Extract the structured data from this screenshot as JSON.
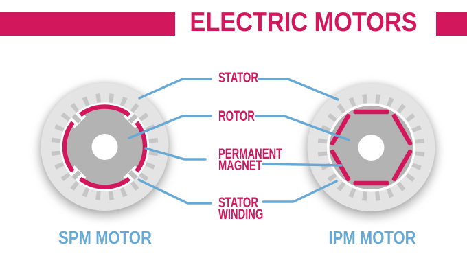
{
  "title": {
    "text": "ELECTRIC MOTORS"
  },
  "callouts": {
    "stator": "STATOR",
    "rotor": "ROTOR",
    "permanent_magnet": "PERMANENT MAGNET",
    "stator_winding": "STATOR WINDING"
  },
  "motors": [
    {
      "name": "SPM MOTOR"
    },
    {
      "name": "IPM MOTOR"
    }
  ],
  "colors": {
    "accent_crimson": "#d2175c",
    "callout_blue": "#66a9d4",
    "stator_body_gray": "#e4e4e4",
    "stator_teeth_gray": "#c6c6c6",
    "rotor_gray": "#b3b3b3",
    "background": "#ffffff"
  }
}
